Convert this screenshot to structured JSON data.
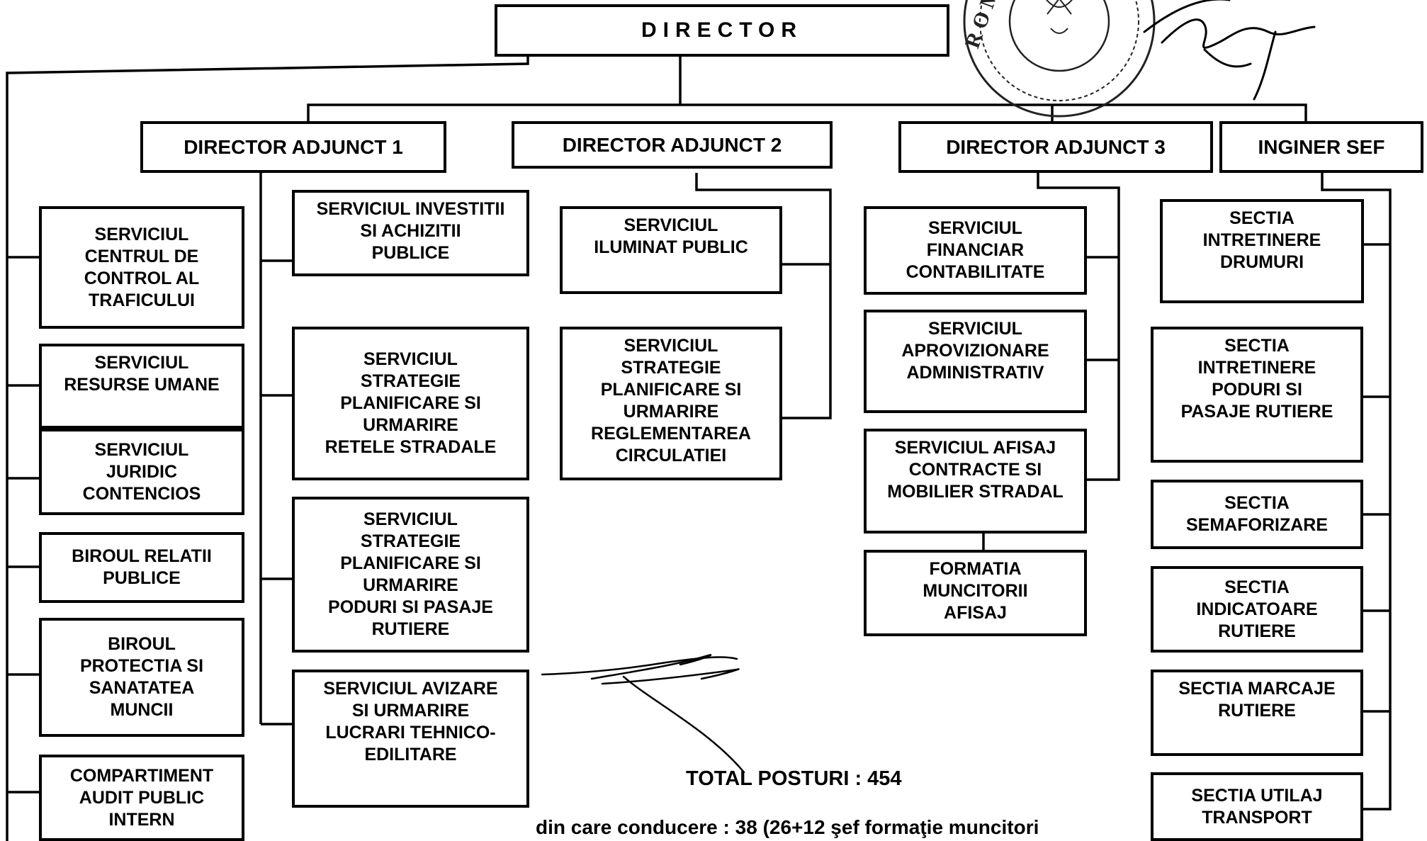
{
  "director": "DIRECTOR",
  "deputies": {
    "d1": "DIRECTOR ADJUNCT 1",
    "d2": "DIRECTOR ADJUNCT 2",
    "d3": "DIRECTOR ADJUNCT 3",
    "ing": "INGINER SEF"
  },
  "left_column": [
    "SERVICIUL\nCENTRUL DE\nCONTROL AL\nTRAFICULUI",
    "SERVICIUL\nRESURSE UMANE",
    "SERVICIUL\nJURIDIC\nCONTENCIOS",
    "BIROUL RELATII\nPUBLICE",
    "BIROUL\nPROTECTIA SI\nSANATATEA\nMUNCII",
    "COMPARTIMENT\nAUDIT PUBLIC\nINTERN"
  ],
  "adjunct1_units": [
    "SERVICIUL INVESTITII\nSI ACHIZITII\nPUBLICE",
    "SERVICIUL\nSTRATEGIE\nPLANIFICARE SI\nURMARIRE\nRETELE  STRADALE",
    "SERVICIUL\nSTRATEGIE\nPLANIFICARE SI\nURMARIRE\nPODURI SI PASAJE\nRUTIERE",
    "SERVICIUL AVIZARE\nSI URMARIRE\nLUCRARI TEHNICO-\nEDILITARE"
  ],
  "adjunct2_units": [
    "SERVICIUL\nILUMINAT PUBLIC",
    "SERVICIUL\nSTRATEGIE\nPLANIFICARE SI\nURMARIRE\nREGLEMENTAREA\nCIRCULATIEI"
  ],
  "adjunct3_units": [
    "SERVICIUL\nFINANCIAR\nCONTABILITATE",
    "SERVICIUL\nAPROVIZIONARE\nADMINISTRATIV",
    "SERVICIUL AFISAJ\nCONTRACTE  SI\nMOBILIER STRADAL",
    "FORMATIA\nMUNCITORII\nAFISAJ"
  ],
  "inginer_units": [
    "SECTIA\nINTRETINERE\nDRUMURI",
    "SECTIA\nINTRETINERE\nPODURI SI\nPASAJE  RUTIERE",
    "SECTIA\nSEMAFORIZARE",
    "SECTIA\nINDICATOARE\nRUTIERE",
    "SECTIA MARCAJE\nRUTIERE",
    "SECTIA UTILAJ\nTRANSPORT"
  ],
  "total_posts": "TOTAL POSTURI : 454",
  "management": "din care conducere :   38  (26+12 şef formaţie muncitori",
  "seal_text": "R O M"
}
